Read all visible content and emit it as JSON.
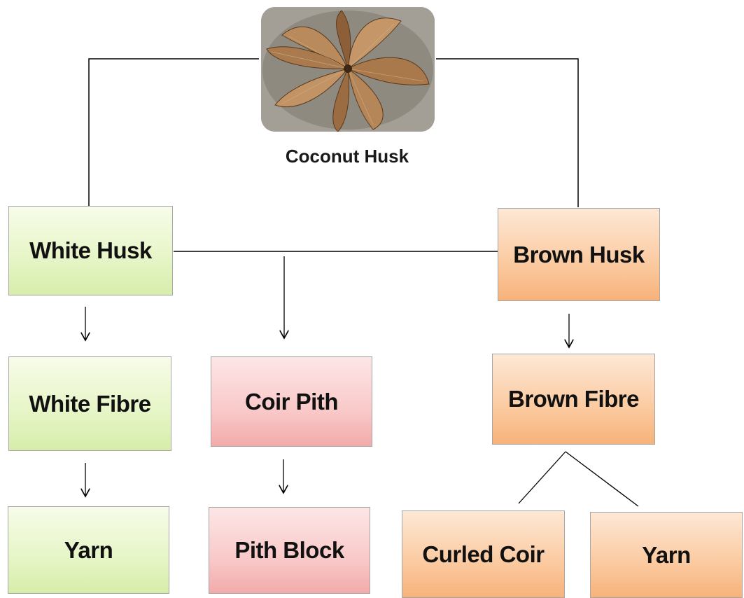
{
  "root": {
    "caption": "Coconut Husk",
    "photo_icon": "coconut-husk-photo"
  },
  "branches": {
    "white_husk": "White Husk",
    "brown_husk": "Brown Husk"
  },
  "products": {
    "white_fibre": "White Fibre",
    "coir_pith": "Coir Pith",
    "brown_fibre": "Brown Fibre",
    "white_yarn": "Yarn",
    "pith_block": "Pith Block",
    "curled_coir": "Curled Coir",
    "brown_yarn": "Yarn"
  },
  "colors": {
    "green": "#e6f5c6",
    "pink": "#f9c9c9",
    "orange": "#fbcaa0",
    "line": "#000000"
  }
}
